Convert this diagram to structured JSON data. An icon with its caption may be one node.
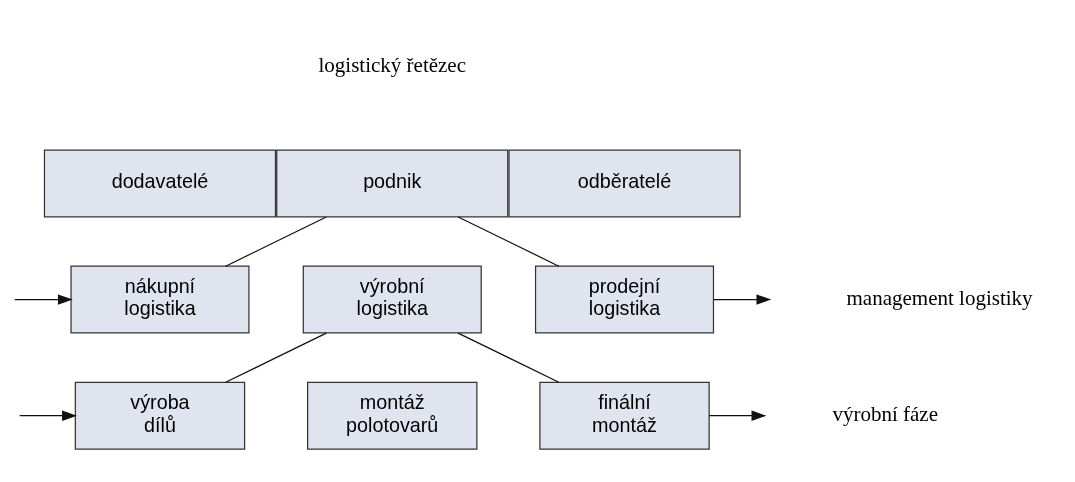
{
  "diagram": {
    "nodes": [
      {
        "text": [
          "dodavatelé"
        ]
      },
      {
        "text": [
          "podnik"
        ]
      },
      {
        "text": [
          "odběratelé"
        ]
      },
      {
        "text": [
          "nákupní logistika"
        ]
      },
      {
        "text": [
          "výrobní logistika"
        ]
      },
      {
        "text": [
          "prodejní logistika"
        ]
      },
      {
        "text": [
          "výroba dílů"
        ]
      },
      {
        "text": [
          "montáž polotovarů"
        ]
      },
      {
        "text": [
          "finální montáž"
        ]
      }
    ],
    "edges": [
      {
        "from": 1,
        "to": 3,
        "arrow": "none"
      },
      {
        "from": 1,
        "to": 5,
        "arrow": "none"
      },
      {
        "from": 4,
        "to": 6,
        "arrow": "none"
      },
      {
        "from": 4,
        "to": 8,
        "arrow": "none"
      },
      {
        "from": null,
        "to": 3,
        "arrow": "to"
      },
      {
        "from": 5,
        "to": null,
        "arrow": "to"
      },
      {
        "from": null,
        "to": 6,
        "arrow": "to"
      },
      {
        "from": 8,
        "to": null,
        "arrow": "to"
      }
    ],
    "labels": [
      "logistický řetězec",
      "management logistiky",
      "výrobní fáze"
    ]
  }
}
